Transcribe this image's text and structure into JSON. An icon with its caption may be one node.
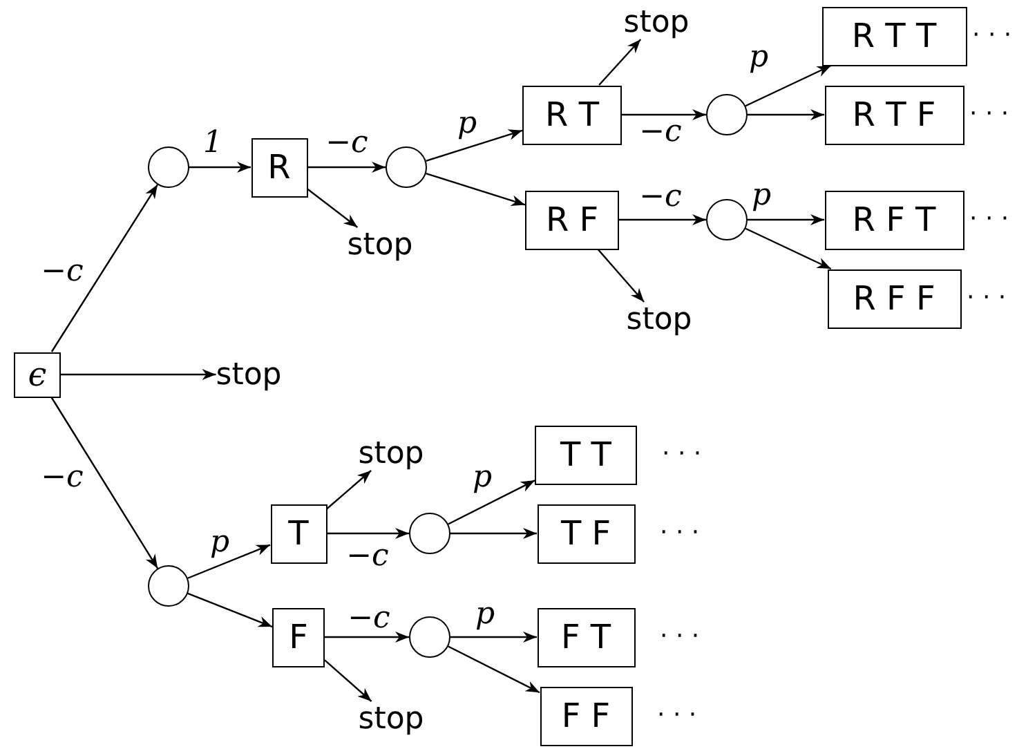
{
  "diagram": {
    "nodes": [
      {
        "text": [
          "ϵ"
        ]
      },
      {
        "text": [],
        "shape": "circle"
      },
      {
        "text": [
          "R"
        ]
      },
      {
        "text": [
          "stop"
        ]
      },
      {
        "text": [],
        "shape": "circle"
      },
      {
        "text": [
          "R T"
        ]
      },
      {
        "text": [
          "stop"
        ]
      },
      {
        "text": [
          "R F"
        ]
      },
      {
        "text": [
          "stop"
        ]
      },
      {
        "text": [],
        "shape": "circle"
      },
      {
        "text": [
          "R T T"
        ],
        "beside": [
          "· · ·"
        ]
      },
      {
        "text": [
          "R T F"
        ],
        "beside": [
          "· · ·"
        ]
      },
      {
        "text": [],
        "shape": "circle"
      },
      {
        "text": [
          "R F T"
        ],
        "beside": [
          "· · ·"
        ]
      },
      {
        "text": [
          "R F F"
        ],
        "beside": [
          "· · ·"
        ]
      },
      {
        "text": [
          "stop"
        ]
      },
      {
        "text": [],
        "shape": "circle"
      },
      {
        "text": [
          "stop"
        ]
      },
      {
        "text": [
          "T"
        ]
      },
      {
        "text": [
          "F"
        ]
      },
      {
        "text": [
          "stop"
        ]
      },
      {
        "text": [],
        "shape": "circle"
      },
      {
        "text": [
          "T T"
        ],
        "beside": [
          "· · ·"
        ]
      },
      {
        "text": [
          "T F"
        ],
        "beside": [
          "· · ·"
        ]
      },
      {
        "text": [],
        "shape": "circle"
      },
      {
        "text": [
          "F T"
        ],
        "beside": [
          "· · ·"
        ]
      },
      {
        "text": [
          "F F"
        ],
        "beside": [
          "· · ·"
        ]
      }
    ],
    "edges": [
      {
        "from": 0,
        "to": 1,
        "arrow": "to",
        "label": "−c"
      },
      {
        "from": 1,
        "to": 2,
        "arrow": "to",
        "label": "1"
      },
      {
        "from": 2,
        "to": 4,
        "arrow": "to",
        "label": "−c"
      },
      {
        "from": 2,
        "to": 3,
        "arrow": "to"
      },
      {
        "from": 4,
        "to": 5,
        "arrow": "to",
        "label": "p"
      },
      {
        "from": 4,
        "to": 7,
        "arrow": "to"
      },
      {
        "from": 5,
        "to": 6,
        "arrow": "to"
      },
      {
        "from": 5,
        "to": 9,
        "arrow": "to",
        "label": "−c"
      },
      {
        "from": 9,
        "to": 10,
        "arrow": "to",
        "label": "p"
      },
      {
        "from": 9,
        "to": 11,
        "arrow": "to"
      },
      {
        "from": 7,
        "to": 12,
        "arrow": "to",
        "label": "−c"
      },
      {
        "from": 7,
        "to": 8,
        "arrow": "to"
      },
      {
        "from": 12,
        "to": 13,
        "arrow": "to",
        "label": "p"
      },
      {
        "from": 12,
        "to": 14,
        "arrow": "to"
      },
      {
        "from": 0,
        "to": 15,
        "arrow": "to"
      },
      {
        "from": 0,
        "to": 16,
        "arrow": "to",
        "label": "−c"
      },
      {
        "from": 16,
        "to": 18,
        "arrow": "to",
        "label": "p"
      },
      {
        "from": 16,
        "to": 19,
        "arrow": "to"
      },
      {
        "from": 18,
        "to": 17,
        "arrow": "to"
      },
      {
        "from": 18,
        "to": 21,
        "arrow": "to",
        "label": "−c"
      },
      {
        "from": 21,
        "to": 22,
        "arrow": "to",
        "label": "p"
      },
      {
        "from": 21,
        "to": 23,
        "arrow": "to"
      },
      {
        "from": 19,
        "to": 24,
        "arrow": "to",
        "label": "−c"
      },
      {
        "from": 19,
        "to": 20,
        "arrow": "to"
      },
      {
        "from": 24,
        "to": 25,
        "arrow": "to",
        "label": "p"
      },
      {
        "from": 24,
        "to": 26,
        "arrow": "to"
      }
    ]
  }
}
